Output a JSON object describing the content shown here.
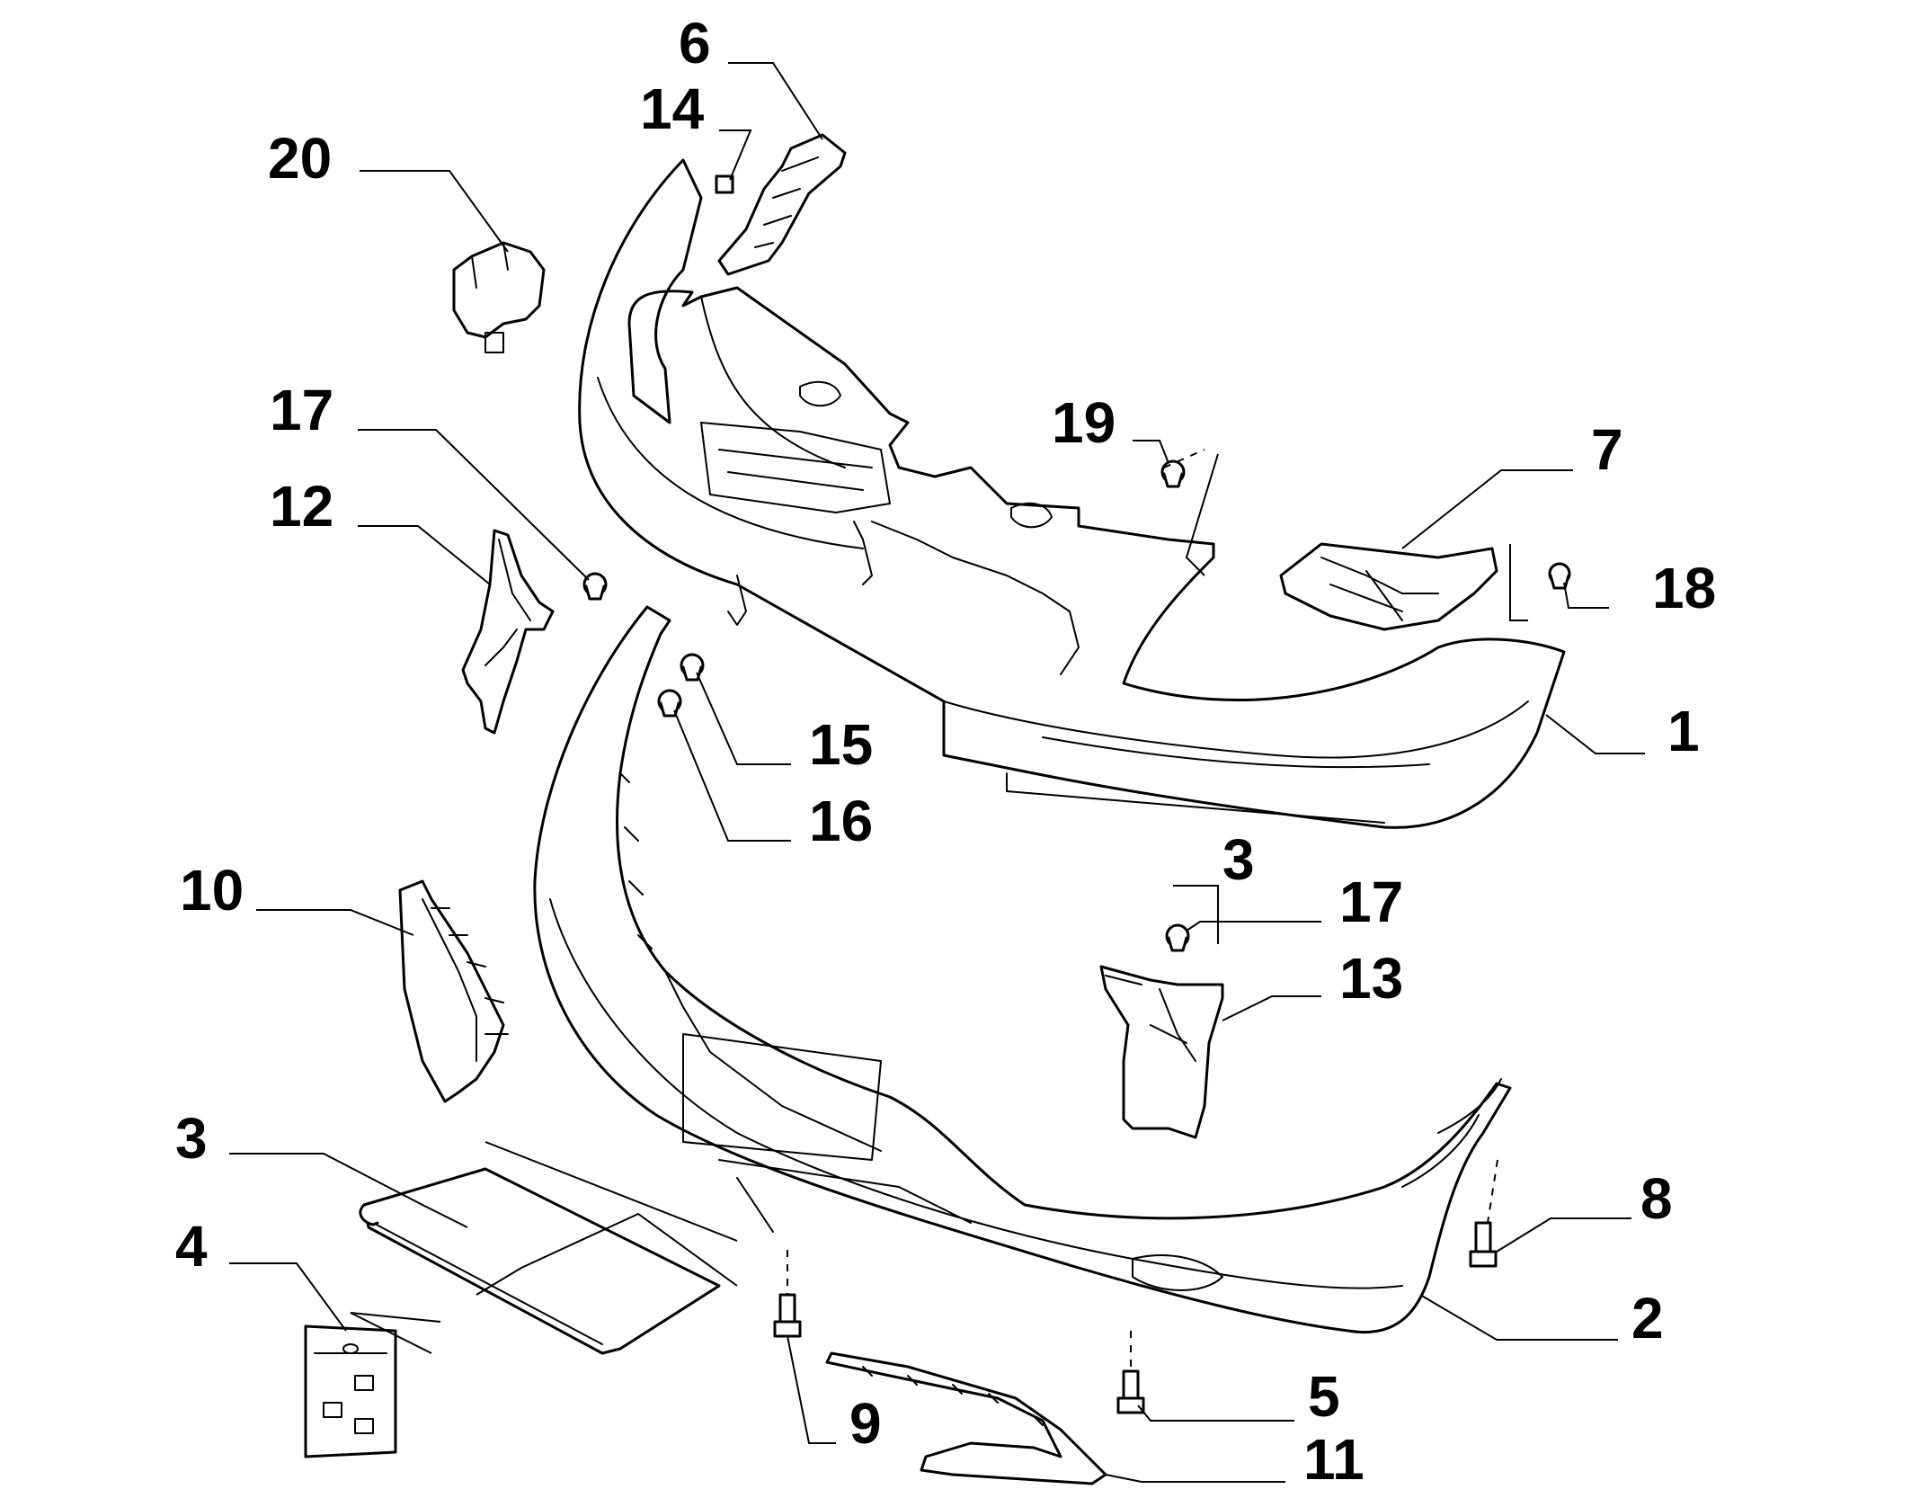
{
  "callouts": {
    "c1": "1",
    "c2": "2",
    "c3a": "3",
    "c3b": "3",
    "c4": "4",
    "c5": "5",
    "c6": "6",
    "c7": "7",
    "c8": "8",
    "c9": "9",
    "c10": "10",
    "c11": "11",
    "c12": "12",
    "c13": "13",
    "c14": "14",
    "c15": "15",
    "c16": "16",
    "c17a": "17",
    "c17b": "17",
    "c18": "18",
    "c19": "19",
    "c20": "20"
  }
}
